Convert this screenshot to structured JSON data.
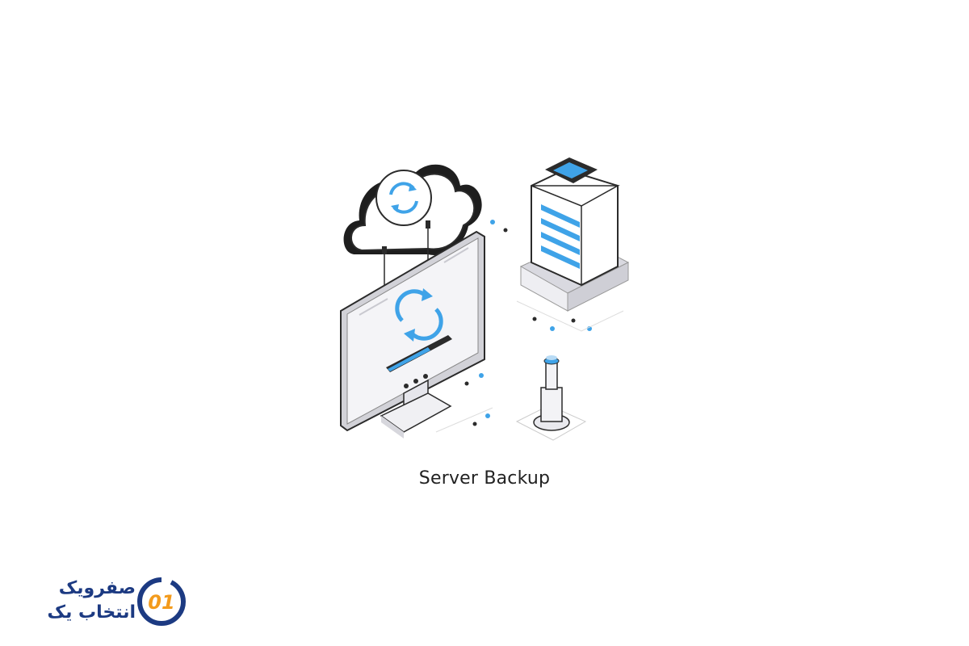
{
  "caption": "Server Backup",
  "brand": {
    "line1": "صفرویک",
    "line2": "انتخاب یک",
    "logo_text": "01"
  },
  "colors": {
    "accent_blue": "#3fa3e8",
    "brand_navy": "#1c3a82",
    "brand_orange": "#f39b1c",
    "outline": "#2b2b2b",
    "panel_gray": "#e9e9ee"
  },
  "icons": [
    "cloud-sync-icon",
    "server-tower-icon",
    "monitor-sync-icon",
    "database-pillar-icon"
  ]
}
